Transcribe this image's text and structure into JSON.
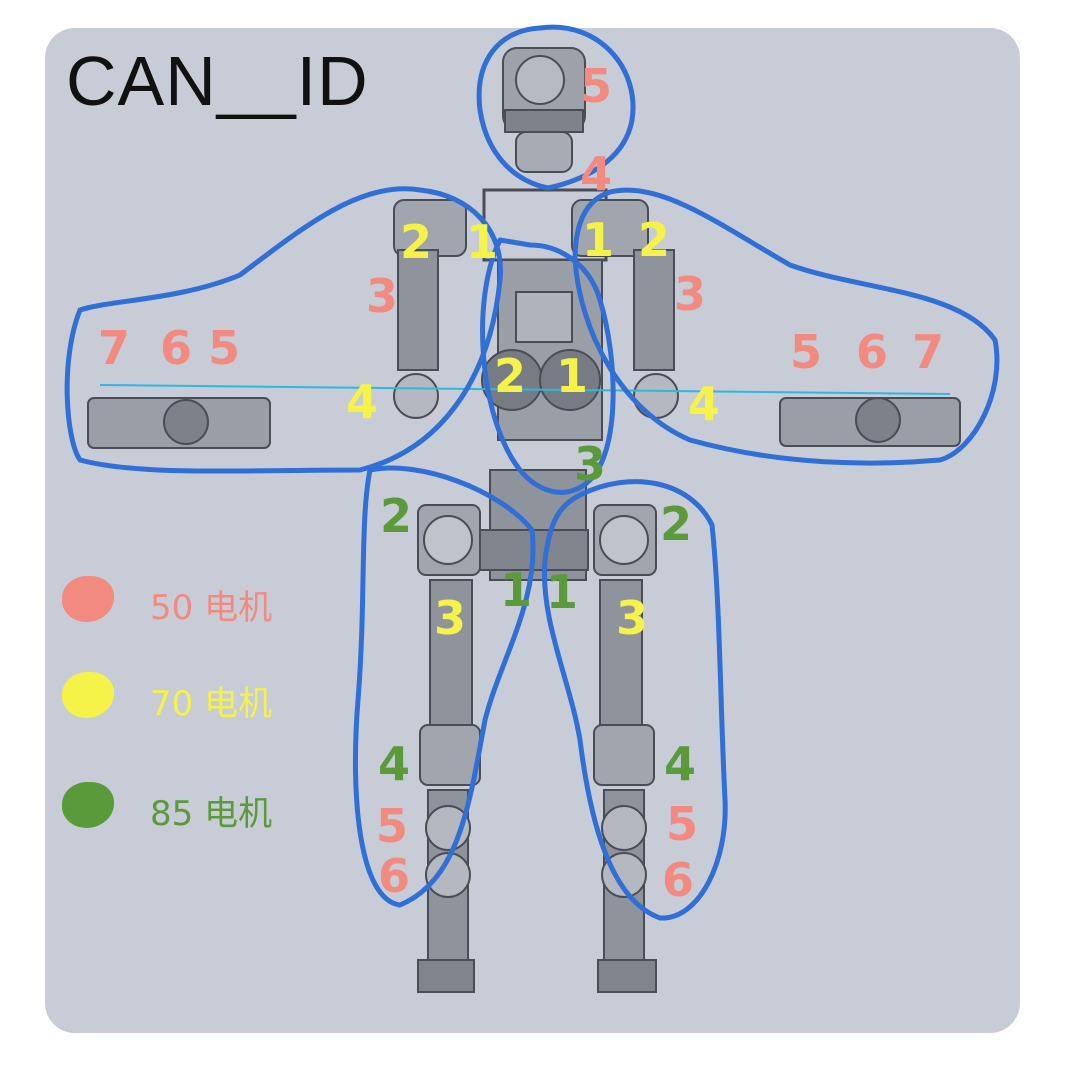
{
  "title": "CAN__ID",
  "colors": {
    "motor50": "#f28a80",
    "motor70": "#f5f24a",
    "motor85": "#5a9a3a",
    "outline": "#2f6fd6",
    "background": "#c7ccd6"
  },
  "legend": [
    {
      "label": "50 电机",
      "color": "#f28a80"
    },
    {
      "label": "70 电机",
      "color": "#f5f24a"
    },
    {
      "label": "85 电机",
      "color": "#5a9a3a"
    }
  ],
  "joint_ids": {
    "head": [
      "5",
      "4"
    ],
    "waist": [
      "2",
      "1",
      "3"
    ],
    "left_arm": [
      "2",
      "1",
      "3",
      "4",
      "7",
      "6",
      "5"
    ],
    "right_arm": [
      "1",
      "2",
      "3",
      "4",
      "5",
      "6",
      "7"
    ],
    "left_leg": [
      "2",
      "1",
      "3",
      "4",
      "5",
      "6"
    ],
    "right_leg": [
      "2",
      "1",
      "3",
      "4",
      "5",
      "6"
    ]
  }
}
